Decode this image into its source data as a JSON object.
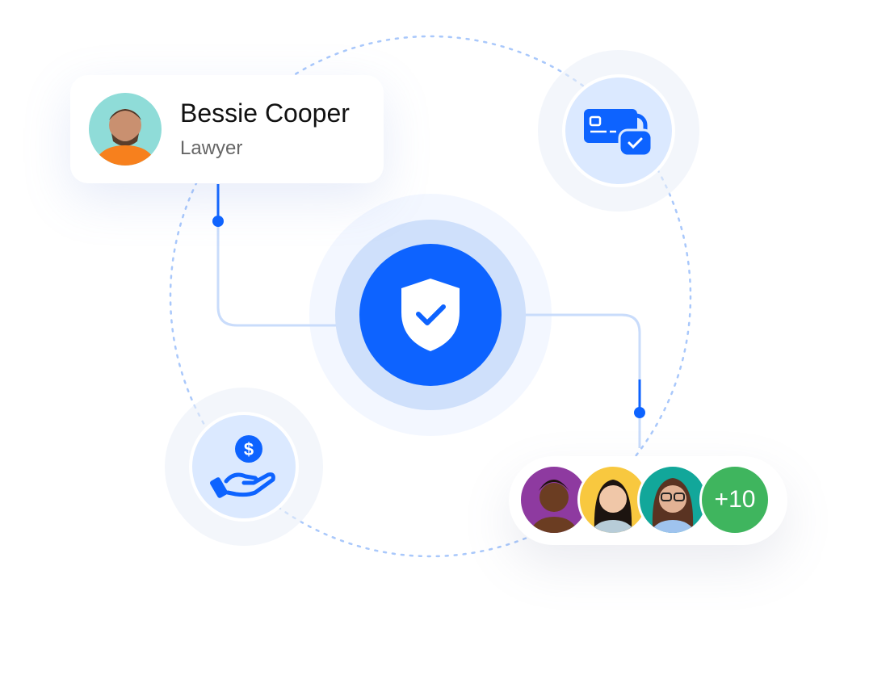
{
  "profile": {
    "name": "Bessie Cooper",
    "role": "Lawyer"
  },
  "group": {
    "more_count": "+10"
  },
  "colors": {
    "primary": "#0d63ff",
    "light": "#dbe9ff",
    "green": "#3fb55e"
  }
}
